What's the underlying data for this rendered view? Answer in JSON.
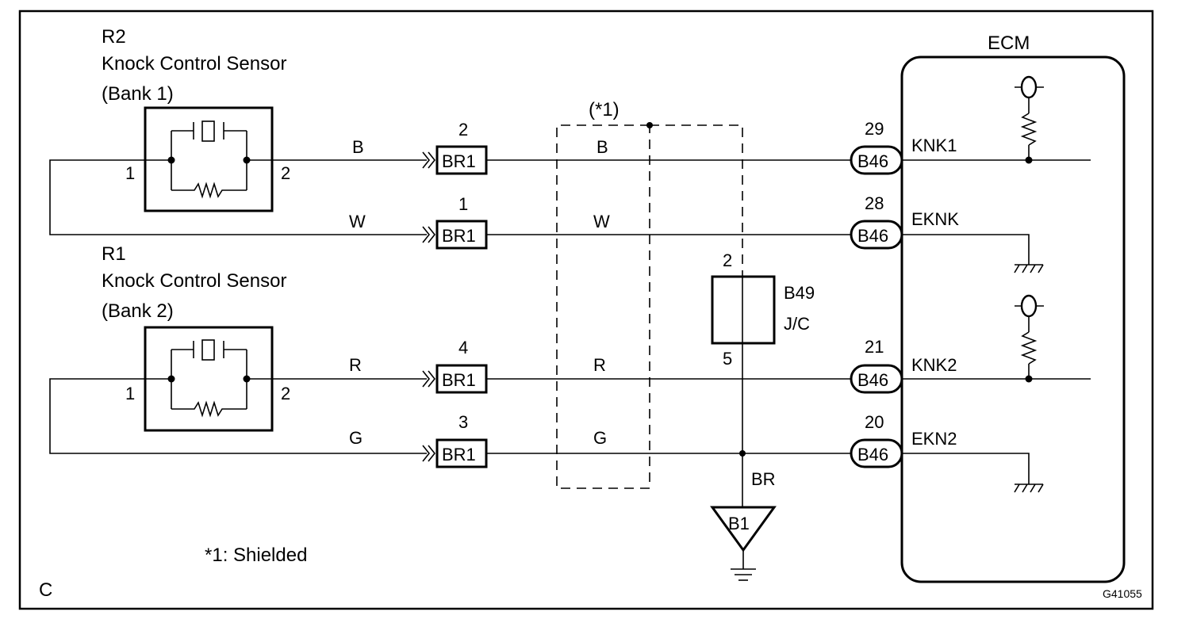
{
  "corner_letter": "C",
  "figure_code": "G41055",
  "sensor_top": {
    "code": "R2",
    "name": "Knock Control Sensor",
    "bank": "(Bank 1)",
    "pin_left": "1",
    "pin_right": "2"
  },
  "sensor_bottom": {
    "code": "R1",
    "name": "Knock Control Sensor",
    "bank": "(Bank 2)",
    "pin_left": "1",
    "pin_right": "2"
  },
  "shield": {
    "label": "(*1)",
    "note": "*1: Shielded"
  },
  "wires": [
    {
      "color": "B",
      "br1_pin": "2",
      "ecm_pin": "29",
      "connector": "BR1",
      "ecm_connector": "B46",
      "signal": "KNK1"
    },
    {
      "color": "W",
      "br1_pin": "1",
      "ecm_pin": "28",
      "connector": "BR1",
      "ecm_connector": "B46",
      "signal": "EKNK"
    },
    {
      "color": "R",
      "br1_pin": "4",
      "ecm_pin": "21",
      "connector": "BR1",
      "ecm_connector": "B46",
      "signal": "KNK2"
    },
    {
      "color": "G",
      "br1_pin": "3",
      "ecm_pin": "20",
      "connector": "BR1",
      "ecm_connector": "B46",
      "signal": "EKN2"
    }
  ],
  "junction": {
    "code": "B49",
    "type": "J/C",
    "pin_top": "2",
    "pin_bottom": "5"
  },
  "ground_wire": "BR",
  "ground_point": "B1",
  "ecm_label": "ECM"
}
